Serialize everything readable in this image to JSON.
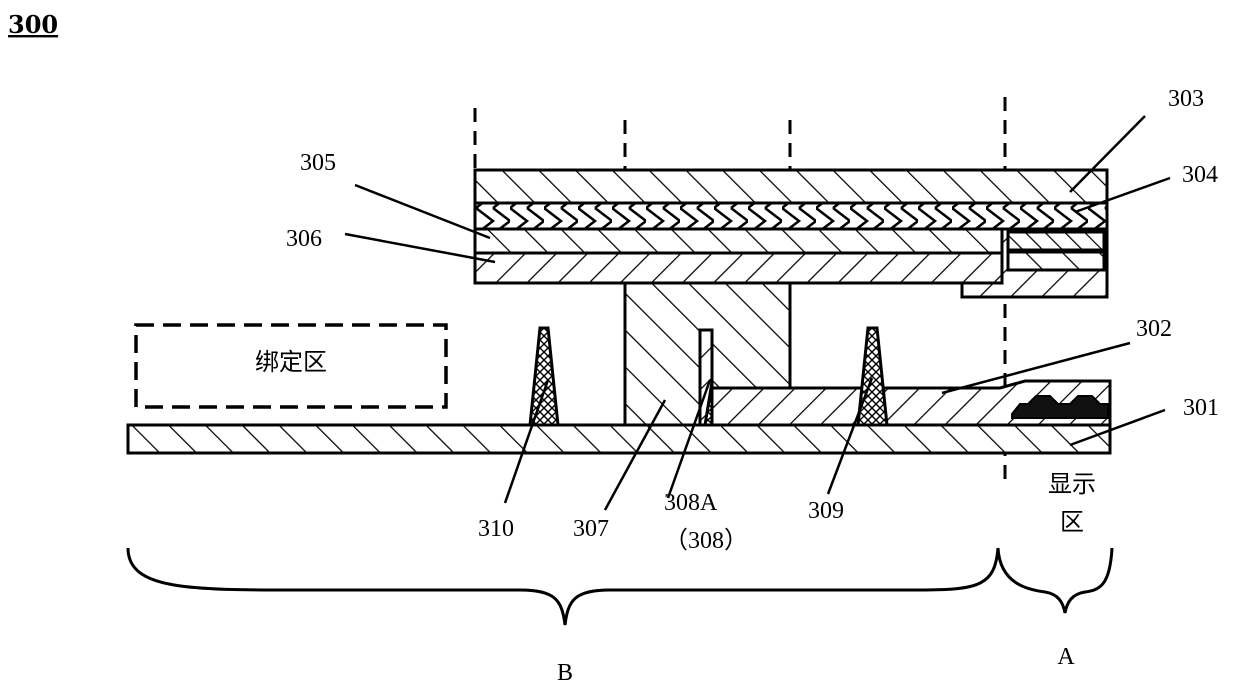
{
  "figure_number": "300",
  "bonding_area_label": "绑定区",
  "display_area_label_line1": "显示",
  "display_area_label_line2": "区",
  "region_b_label": "B",
  "region_a_label": "A",
  "labels": {
    "l301": "301",
    "l302": "302",
    "l303": "303",
    "l304": "304",
    "l305": "305",
    "l306": "306",
    "l307": "307",
    "l308a": "308A",
    "l308": "（308）",
    "l309": "309",
    "l310": "310"
  }
}
